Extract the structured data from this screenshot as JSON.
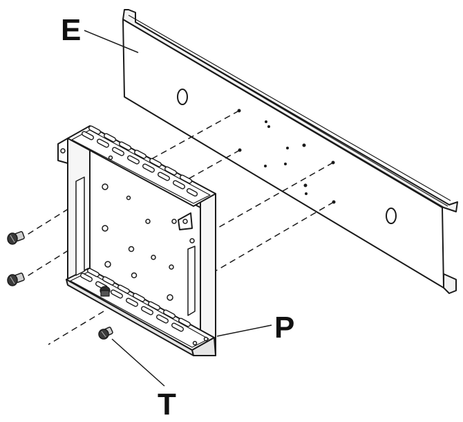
{
  "callouts": {
    "e": "E",
    "p": "P",
    "t": "T"
  },
  "colors": {
    "stroke": "#1a1a1a",
    "fill": "#ffffff",
    "shade": "#e6e6e6",
    "screw": "#2b2b2b"
  }
}
